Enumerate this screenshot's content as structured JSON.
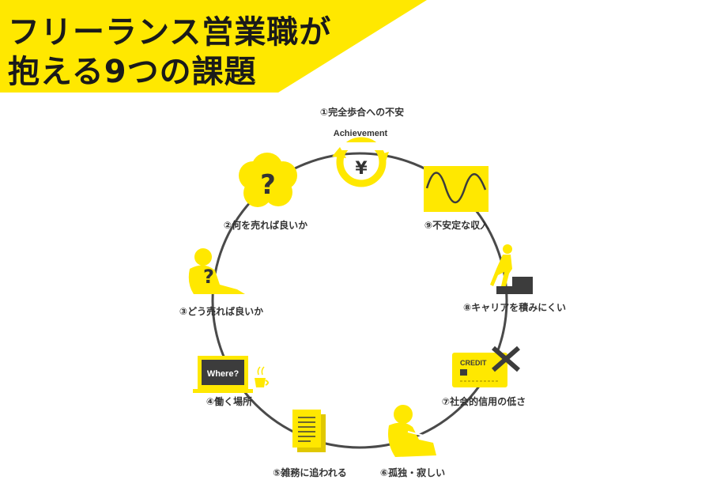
{
  "title": {
    "line1": "フリーランス営業職が",
    "line2": "抱える9つの課題"
  },
  "items": [
    {
      "label": "①完全歩合への不安",
      "icon": "yen-cycle-icon",
      "icon_text": "Achievement",
      "symbol": "¥"
    },
    {
      "label": "②何を売れば良いか",
      "icon": "question-cloud-icon",
      "symbol": "?"
    },
    {
      "label": "③どう売れば良いか",
      "icon": "thinking-person-icon",
      "symbol": "?"
    },
    {
      "label": "④働く場所",
      "icon": "laptop-coffee-icon",
      "icon_text": "Where?"
    },
    {
      "label": "⑤雑務に追われる",
      "icon": "documents-icon"
    },
    {
      "label": "⑥孤独・寂しい",
      "icon": "lonely-person-icon"
    },
    {
      "label": "⑦社会的信用の低さ",
      "icon": "credit-card-cross-icon",
      "icon_text": "CREDIT"
    },
    {
      "label": "⑧キャリアを積みにくい",
      "icon": "stairs-climber-icon"
    },
    {
      "label": "⑨不安定な収入",
      "icon": "wave-chart-icon"
    }
  ],
  "colors": {
    "accent": "#FFE800",
    "ring": "#4a4a4a",
    "dark": "#3c3c3c",
    "text": "#333333"
  }
}
